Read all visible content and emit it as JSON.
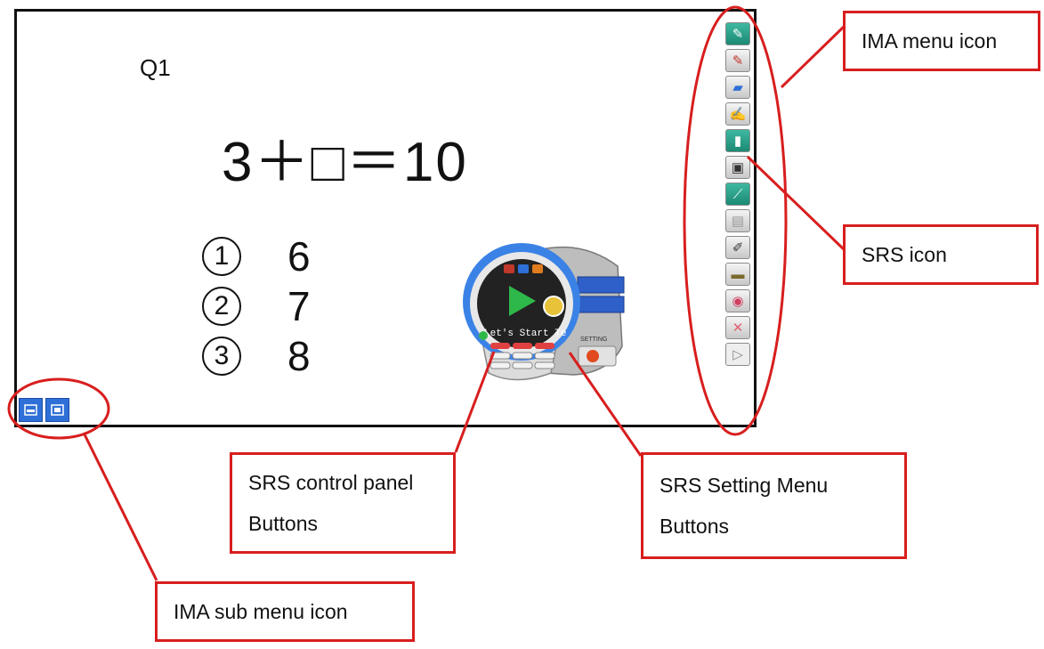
{
  "slide": {
    "question_label": "Q1",
    "equation": "3＋□＝10",
    "choices": [
      {
        "num": "1",
        "value": "6"
      },
      {
        "num": "2",
        "value": "7"
      },
      {
        "num": "3",
        "value": "8"
      }
    ]
  },
  "srs_panel": {
    "start_text": "Let's Start Te",
    "setting_label": "SETTING"
  },
  "ima_menu": {
    "icons": [
      "pen-1-icon",
      "pen-2-icon",
      "eraser-icon",
      "highlighter-icon",
      "srs-icon",
      "screen-icon",
      "board-icon",
      "page-icon",
      "edit-icon",
      "folder-icon",
      "camera-icon",
      "close-icon",
      "expand-icon"
    ]
  },
  "annotations": {
    "ima_menu_icon": "IMA menu icon",
    "srs_icon": "SRS icon",
    "srs_control_panel": [
      "SRS control panel",
      "Buttons"
    ],
    "srs_setting_menu": [
      "SRS Setting Menu",
      "Buttons"
    ],
    "ima_sub_menu_icon": "IMA sub menu icon"
  },
  "colors": {
    "annotation_red": "#d81e1e",
    "teal": "#1b8a74",
    "sub_blue": "#2f6fd8"
  }
}
